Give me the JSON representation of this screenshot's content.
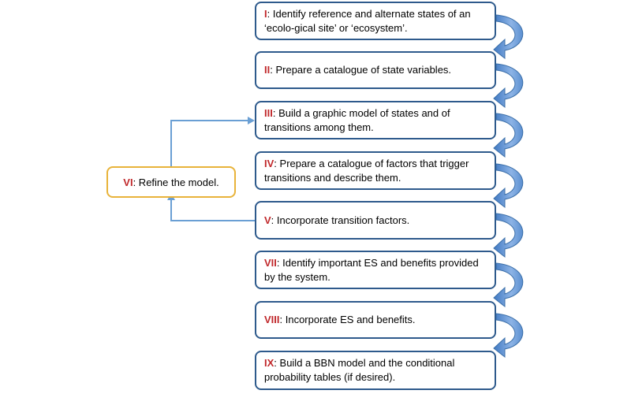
{
  "steps": [
    {
      "num": "I",
      "text": ": Identify reference and alternate states of an ‘ecolo-gical site’ or ‘ecosystem’."
    },
    {
      "num": "II",
      "text": ": Prepare a catalogue of state variables."
    },
    {
      "num": "III",
      "text": ": Build a graphic model of states and of transitions among them."
    },
    {
      "num": "IV",
      "text": ": Prepare a catalogue of factors that trigger transitions and describe them."
    },
    {
      "num": "V",
      "text": ":  Incorporate transition factors."
    },
    {
      "num": "VII",
      "text": ": Identify important ES and benefits provided by the system."
    },
    {
      "num": "VIII",
      "text": ": Incorporate ES and benefits."
    },
    {
      "num": "IX",
      "text": ": Build a BBN model and the conditional probability tables (if desired)."
    }
  ],
  "refine": {
    "num": "VI",
    "text": ": Refine the model."
  },
  "colors": {
    "box_border": "#2e5a8c",
    "refine_border": "#e8b33a",
    "numeral": "#c0282b",
    "arrow": "#5b8fd0",
    "connector": "#6a9fd4"
  }
}
